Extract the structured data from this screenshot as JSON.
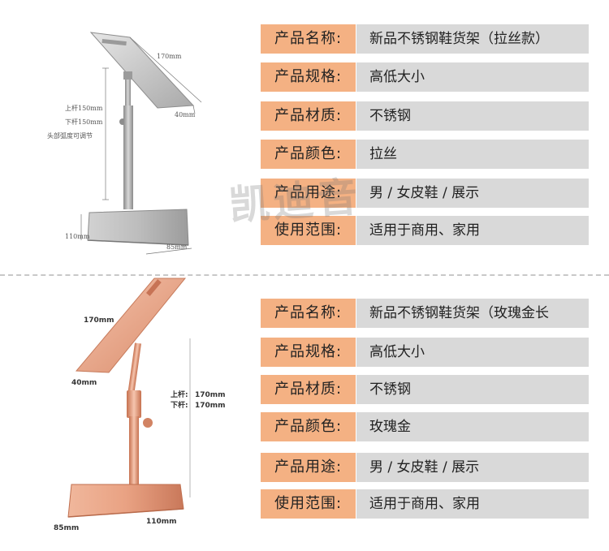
{
  "panels": [
    {
      "image_labels": {
        "width": "170mm",
        "depth": "40mm",
        "upper_rod": "上杆150mm",
        "lower_rod": "下杆150mm",
        "note": "头部弧度可调节",
        "base_length": "110mm",
        "base_width": "85mm"
      },
      "specs": [
        {
          "label": "产品名称:",
          "value": "新品不锈钢鞋货架（拉丝款）"
        },
        {
          "label": "产品规格:",
          "value": "高低大小"
        },
        {
          "label": "产品材质:",
          "value": "不锈钢"
        },
        {
          "label": "产品颜色:",
          "value": "拉丝"
        },
        {
          "label": "产品用途:",
          "value": "男 / 女皮鞋 / 展示"
        },
        {
          "label": "使用范围:",
          "value": "适用于商用、家用"
        }
      ]
    },
    {
      "image_labels": {
        "width": "170mm",
        "depth": "40mm",
        "upper_rod_label": "上杆:",
        "upper_rod_value": "170mm",
        "lower_rod_label": "下杆:",
        "lower_rod_value": "170mm",
        "base_length": "110mm",
        "base_width": "85mm"
      },
      "specs": [
        {
          "label": "产品名称:",
          "value": "新品不锈钢鞋货架（玫瑰金长"
        },
        {
          "label": "产品规格:",
          "value": "高低大小"
        },
        {
          "label": "产品材质:",
          "value": "不锈钢"
        },
        {
          "label": "产品颜色:",
          "value": "玫瑰金"
        },
        {
          "label": "产品用途:",
          "value": "男 / 女皮鞋 / 展示"
        },
        {
          "label": "使用范围:",
          "value": "适用于商用、家用"
        }
      ]
    }
  ],
  "watermark": "凯迪音",
  "colors": {
    "label_bg": "#f4b183",
    "value_bg": "#d9d9d9",
    "steel": "#b8b8b8",
    "rose_gold": "#e8a58a"
  }
}
